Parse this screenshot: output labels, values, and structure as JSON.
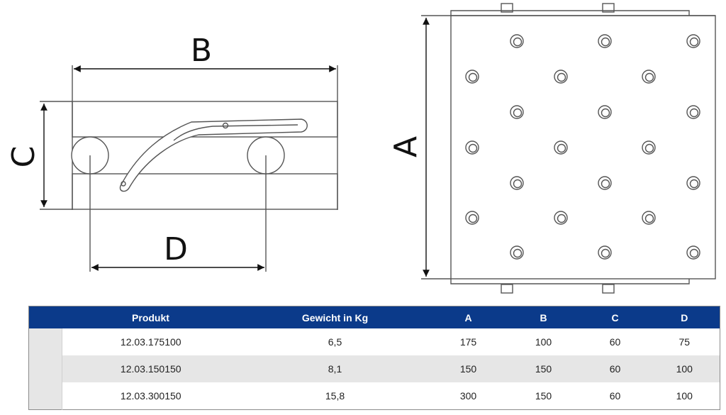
{
  "labels": {
    "B": "B",
    "C": "C",
    "D": "D",
    "A": "A"
  },
  "colors": {
    "header_bg": "#0b3a8a",
    "header_text": "#ffffff",
    "row_alt_bg": "#e6e6e6",
    "line": "#555555"
  },
  "table": {
    "headers": [
      "Produkt",
      "Gewicht in Kg",
      "A",
      "B",
      "C",
      "D"
    ],
    "rows": [
      [
        "12.03.175100",
        "6,5",
        "175",
        "100",
        "60",
        "75"
      ],
      [
        "12.03.150150",
        "8,1",
        "150",
        "150",
        "60",
        "100"
      ],
      [
        "12.03.300150",
        "15,8",
        "300",
        "150",
        "60",
        "100"
      ]
    ]
  }
}
